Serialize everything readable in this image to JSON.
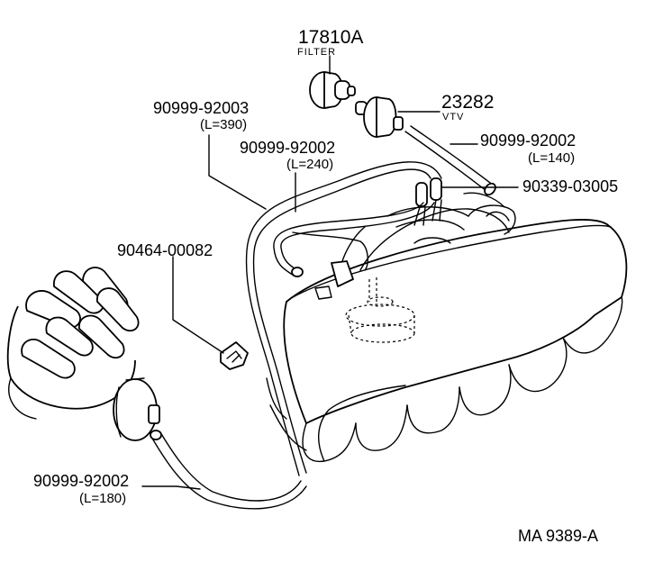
{
  "parts": {
    "filter": {
      "part_no": "17810A",
      "name": "FILTER"
    },
    "vtv": {
      "part_no": "23282",
      "name": "VTV"
    },
    "hose_upper_right": {
      "part_no": "90999-92002",
      "length": "(L=140)"
    },
    "clamp_upper": {
      "part_no": "90339-03005"
    },
    "hose_long": {
      "part_no": "90999-92003",
      "length": "(L=390)"
    },
    "hose_mid": {
      "part_no": "90999-92002",
      "length": "(L=240)"
    },
    "clip": {
      "part_no": "90464-00082"
    },
    "hose_lower": {
      "part_no": "90999-92002",
      "length": "(L=180)"
    }
  },
  "figure_code": "MA 9389-A"
}
